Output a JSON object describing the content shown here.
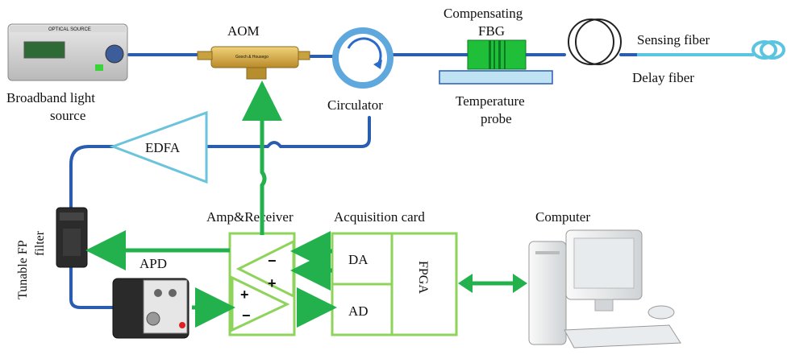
{
  "labels": {
    "aom": "AOM",
    "compensating": "Compensating",
    "fbg": "FBG",
    "sensing_fiber": "Sensing fiber",
    "delay_fiber": "Delay fiber",
    "broadband_line1": "Broadband light",
    "broadband_line2": "source",
    "circulator": "Circulator",
    "temperature": "Temperature",
    "probe": "probe",
    "edfa": "EDFA",
    "tunable_fp_line1": "Tunable FP",
    "tunable_fp_line2": "filter",
    "amp_receiver": "Amp&Receiver",
    "acquisition_card": "Acquisition card",
    "computer": "Computer",
    "apd": "APD",
    "da": "DA",
    "ad": "AD",
    "fpga": "FPGA"
  },
  "colors": {
    "fiber": "#2a5db0",
    "sensing_fiber": "#5bc4e0",
    "electrical": "#22b14c",
    "board": "#8ed35a",
    "edfa": "#6cc3dc",
    "fbg": "#1fbf3a",
    "probe": "#bfe3f2"
  }
}
